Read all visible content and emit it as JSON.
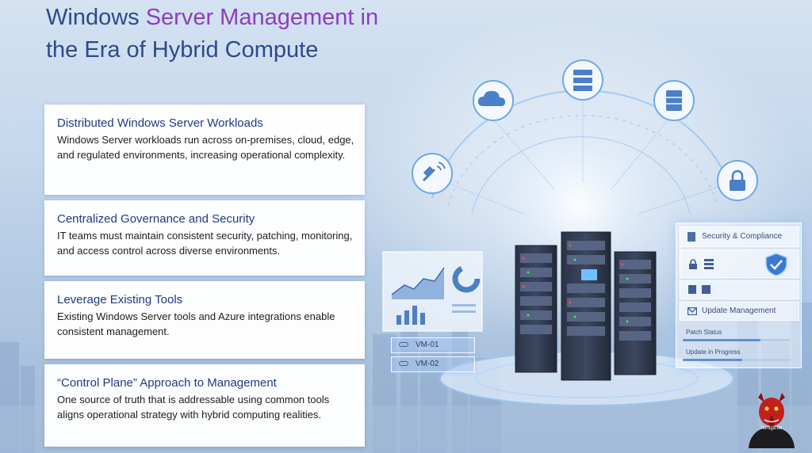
{
  "title": {
    "line_part1": "Windows ",
    "line_accent": "Server Management in",
    "line2": "the Era of Hybrid Compute"
  },
  "cards": [
    {
      "heading": "Distributed Windows Server Workloads",
      "body": "Windows Server workloads run across on-premises, cloud, edge, and regulated environments, increasing operational complexity."
    },
    {
      "heading": "Centralized Governance and Security",
      "body": "IT teams must maintain consistent security, patching, monitoring, and access control across diverse environments."
    },
    {
      "heading": "Leverage Existing Tools",
      "body": "Existing Windows Server tools and Azure integrations enable consistent management."
    },
    {
      "heading": "“Control Plane” Approach to Management",
      "body": "One source of truth that is addressable using common tools aligns operational strategy with hybrid computing realities."
    }
  ],
  "panel": {
    "security_label": "Security & Compliance",
    "update_label": "Update Management",
    "patch_status_label": "Patch Status",
    "update_progress_label": "Update in Progress",
    "patch_status_progress": 0.72,
    "update_progress": 0.55
  },
  "vms": [
    "VM-01",
    "VM-02"
  ],
  "orbit_icons": [
    "cloud-icon",
    "server-icon",
    "database-icon",
    "satellite-dish-icon",
    "lock-icon"
  ],
  "watermark": "hurtiga.de",
  "colors": {
    "title_blue": "#2d4a8a",
    "title_accent": "#8b3fc0",
    "heading_blue": "#1f3a80"
  }
}
